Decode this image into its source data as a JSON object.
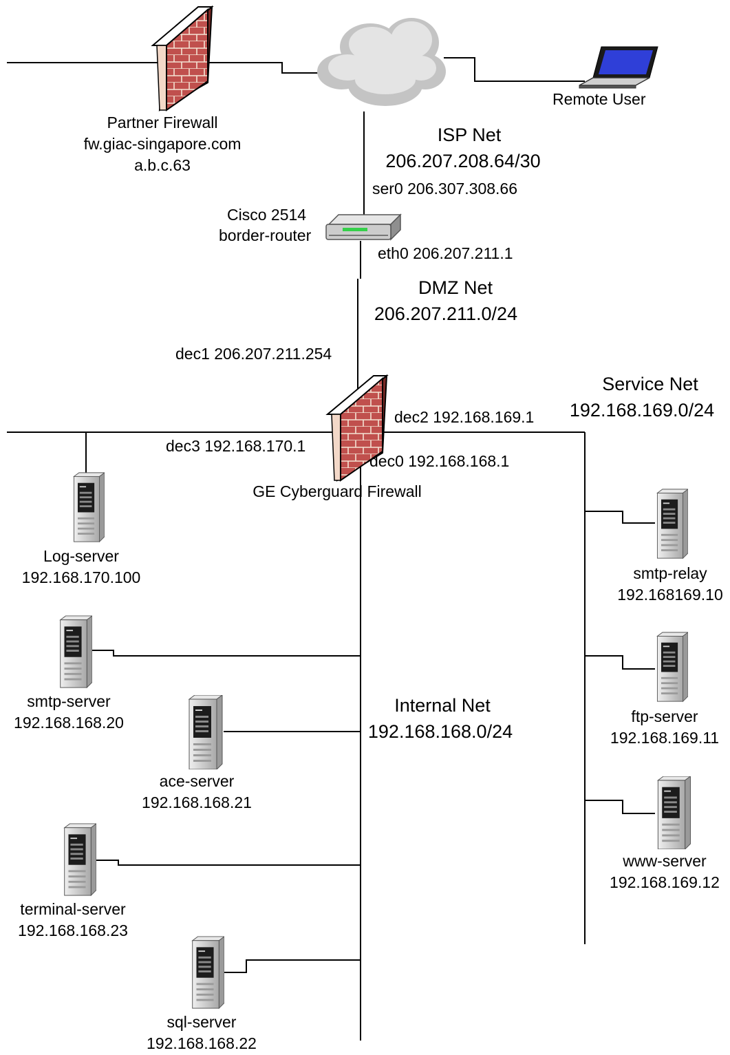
{
  "partner_firewall": {
    "name": "Partner Firewall",
    "host": "fw.giac-singapore.com",
    "address": "a.b.c.63"
  },
  "remote_user": {
    "label": "Remote User"
  },
  "isp_net": {
    "name": "ISP Net",
    "subnet": "206.207.208.64/30",
    "ser0": "ser0 206.307.308.66"
  },
  "border_router": {
    "model": "Cisco 2514",
    "name": "border-router",
    "eth0": "eth0 206.207.211.1"
  },
  "dmz_net": {
    "name": "DMZ Net",
    "subnet": "206.207.211.0/24"
  },
  "firewall": {
    "name": "GE Cyberguard Firewall",
    "dec0": "dec0 192.168.168.1",
    "dec1": "dec1 206.207.211.254",
    "dec2": "dec2 192.168.169.1",
    "dec3": "dec3 192.168.170.1"
  },
  "service_net": {
    "name": "Service Net",
    "subnet": "192.168.169.0/24"
  },
  "internal_net": {
    "name": "Internal Net",
    "subnet": "192.168.168.0/24"
  },
  "servers": {
    "log": {
      "name": "Log-server",
      "ip": "192.168.170.100"
    },
    "smtp_relay": {
      "name": "smtp-relay",
      "ip": "192.168169.10"
    },
    "ftp": {
      "name": "ftp-server",
      "ip": "192.168.169.11"
    },
    "www": {
      "name": "www-server",
      "ip": "192.168.169.12"
    },
    "smtp": {
      "name": "smtp-server",
      "ip": "192.168.168.20"
    },
    "ace": {
      "name": "ace-server",
      "ip": "192.168.168.21"
    },
    "terminal": {
      "name": "terminal-server",
      "ip": "192.168.168.23"
    },
    "sql": {
      "name": "sql-server",
      "ip": "192.168.168.22"
    }
  },
  "colors": {
    "brick": "#c0504d",
    "brick_dark": "#8b2f2a",
    "mortar": "#f4e4d4",
    "cloud": "#d9d9d9",
    "server_body": "#d4d4d4",
    "line": "#000000"
  }
}
